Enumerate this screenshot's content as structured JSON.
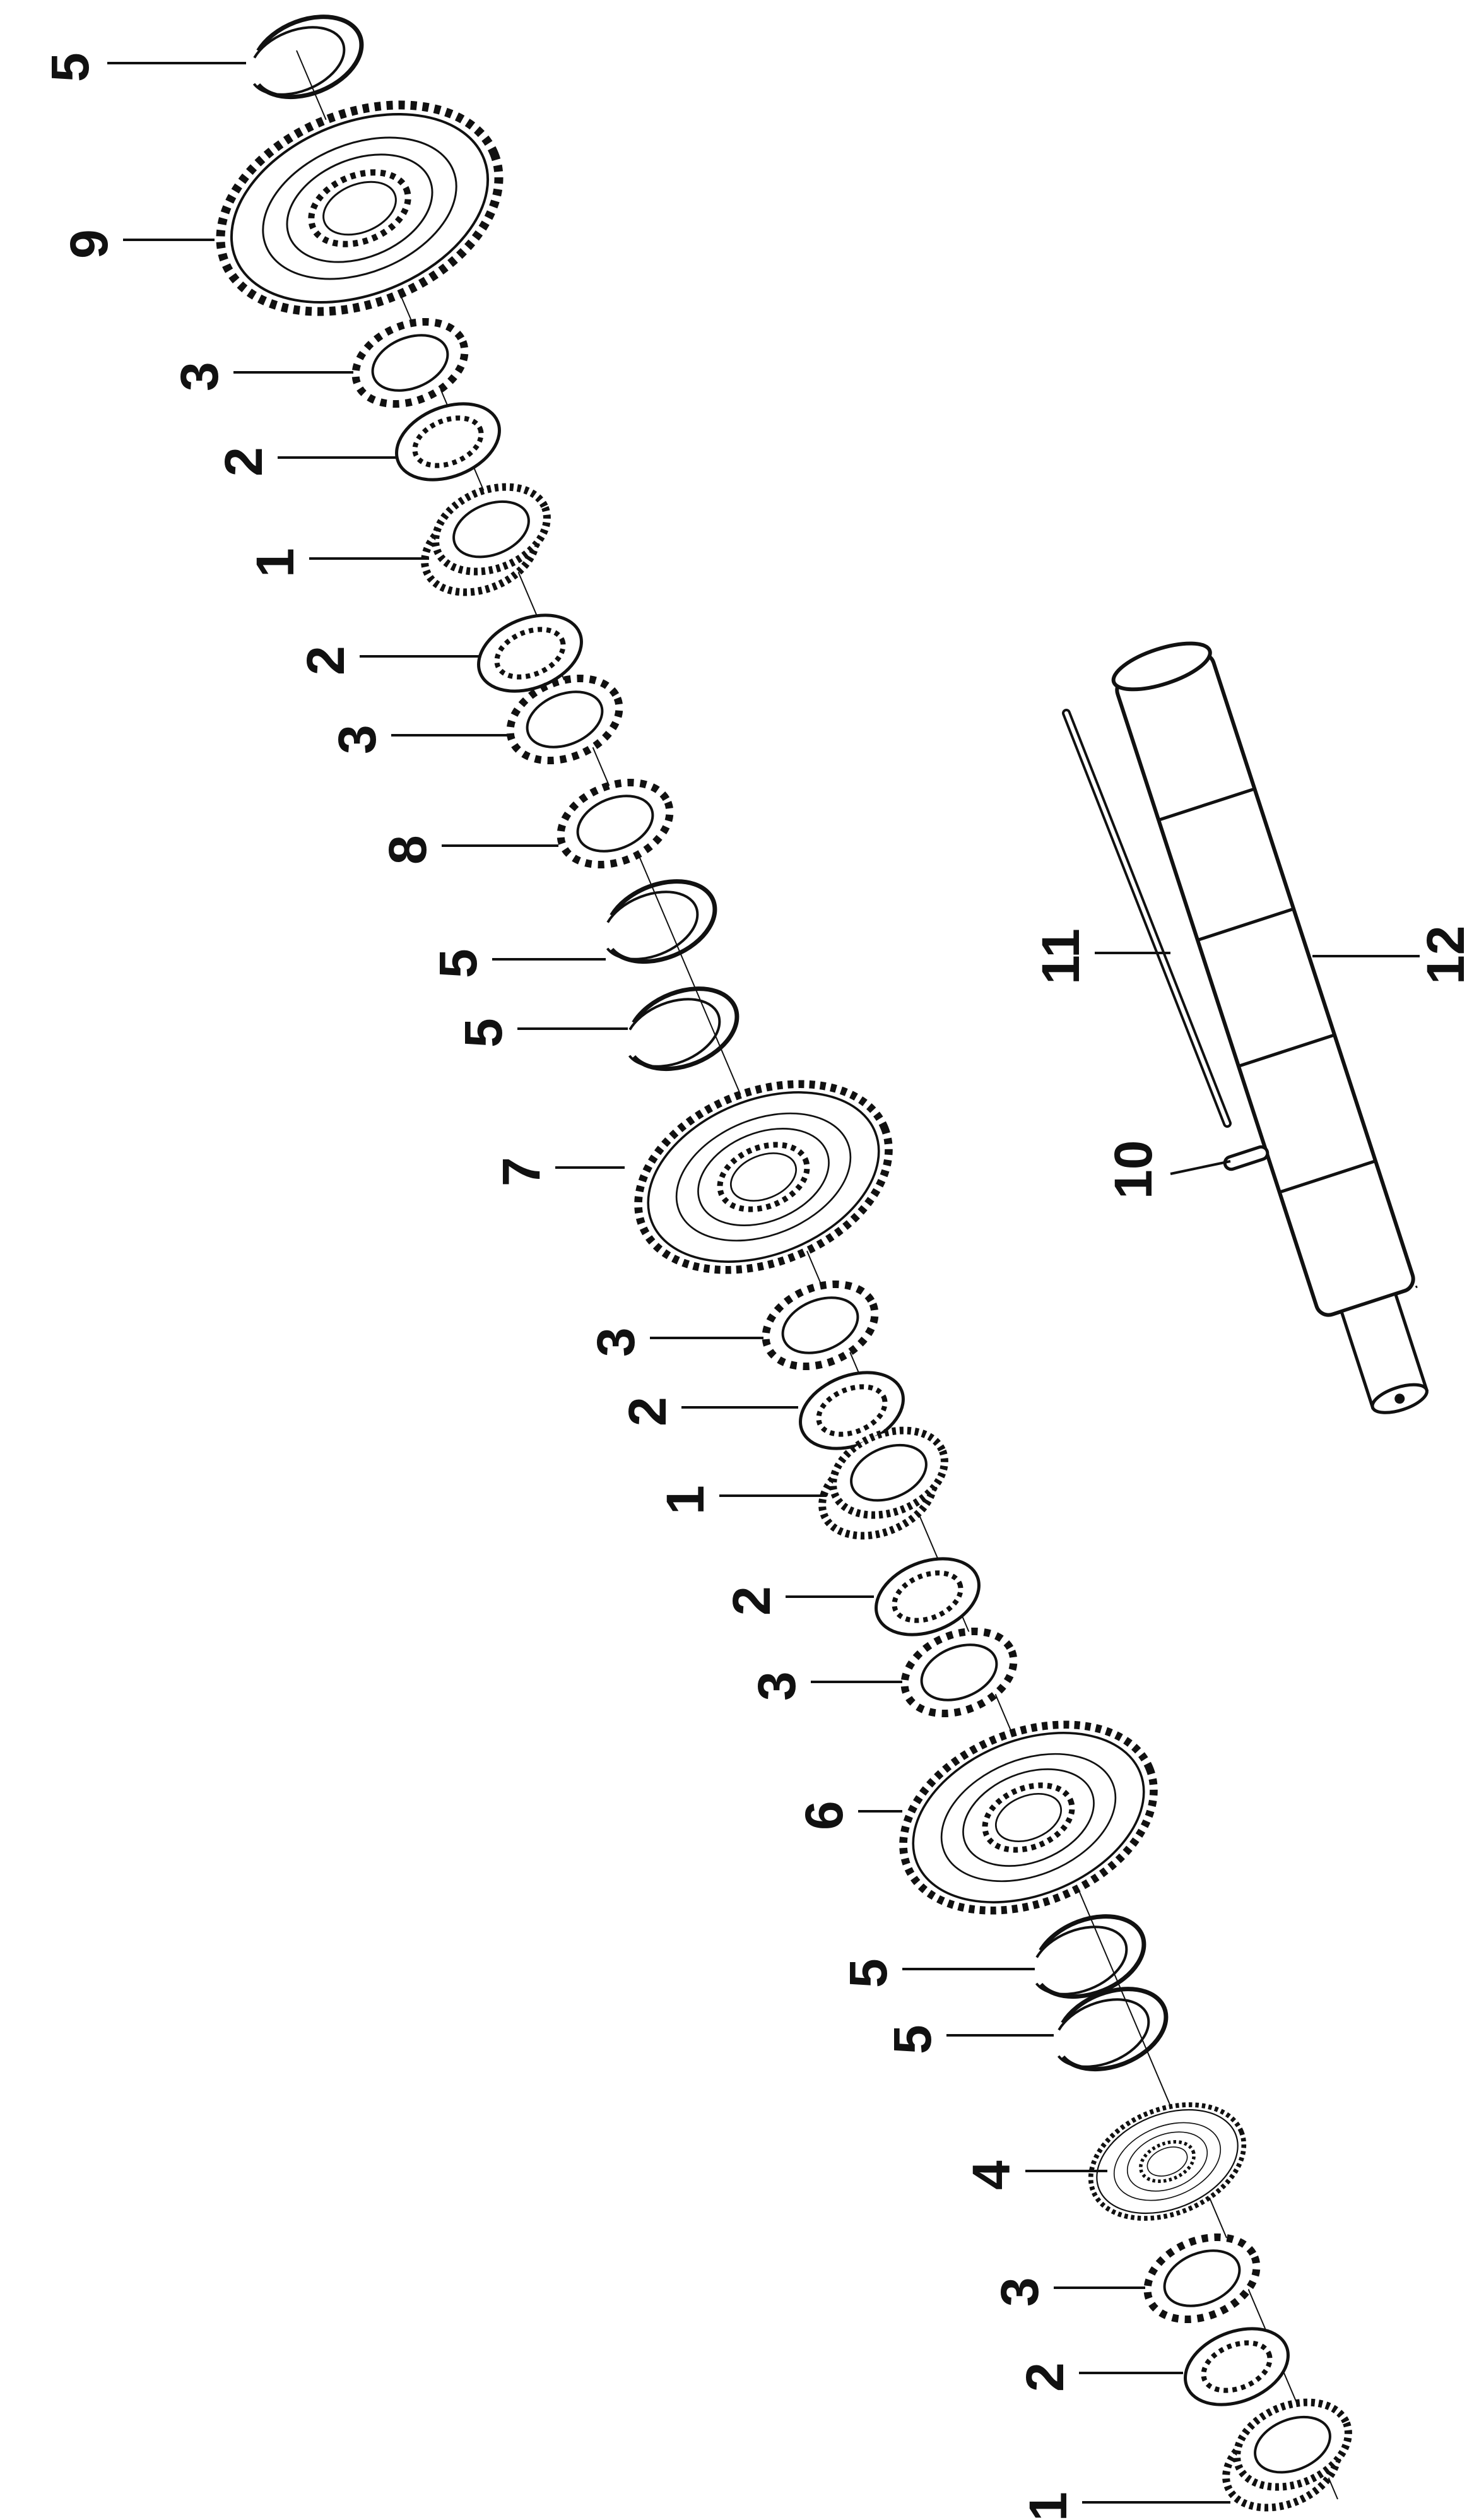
{
  "diagram": {
    "stroke_color": "#111111",
    "background": "#ffffff",
    "callouts": [
      {
        "id": "c-top-5",
        "text": "5",
        "part": "snap-ring"
      },
      {
        "id": "c-9",
        "text": "9",
        "part": "gear-large"
      },
      {
        "id": "c-3a",
        "text": "3",
        "part": "sync-ring"
      },
      {
        "id": "c-2a",
        "text": "2",
        "part": "thrust-washer"
      },
      {
        "id": "c-1a",
        "text": "1",
        "part": "needle-bearing"
      },
      {
        "id": "c-2b",
        "text": "2",
        "part": "thrust-washer"
      },
      {
        "id": "c-3b",
        "text": "3",
        "part": "sync-ring"
      },
      {
        "id": "c-8",
        "text": "8",
        "part": "splined-ring"
      },
      {
        "id": "c-5a",
        "text": "5",
        "part": "snap-ring"
      },
      {
        "id": "c-5b",
        "text": "5",
        "part": "snap-ring"
      },
      {
        "id": "c-7",
        "text": "7",
        "part": "gear-large"
      },
      {
        "id": "c-3c",
        "text": "3",
        "part": "sync-ring"
      },
      {
        "id": "c-2c",
        "text": "2",
        "part": "thrust-washer"
      },
      {
        "id": "c-1b",
        "text": "1",
        "part": "needle-bearing"
      },
      {
        "id": "c-2d",
        "text": "2",
        "part": "thrust-washer"
      },
      {
        "id": "c-3d",
        "text": "3",
        "part": "sync-ring"
      },
      {
        "id": "c-6",
        "text": "6",
        "part": "gear-large"
      },
      {
        "id": "c-5c",
        "text": "5",
        "part": "snap-ring"
      },
      {
        "id": "c-5d",
        "text": "5",
        "part": "snap-ring"
      },
      {
        "id": "c-4",
        "text": "4",
        "part": "gear-small"
      },
      {
        "id": "c-3e",
        "text": "3",
        "part": "sync-ring"
      },
      {
        "id": "c-2e",
        "text": "2",
        "part": "thrust-washer"
      },
      {
        "id": "c-1c",
        "text": "1",
        "part": "needle-bearing"
      },
      {
        "id": "c-11",
        "text": "11",
        "part": "rod"
      },
      {
        "id": "c-12",
        "text": "12",
        "part": "main-shaft"
      },
      {
        "id": "c-10",
        "text": "10",
        "part": "pin"
      }
    ]
  }
}
